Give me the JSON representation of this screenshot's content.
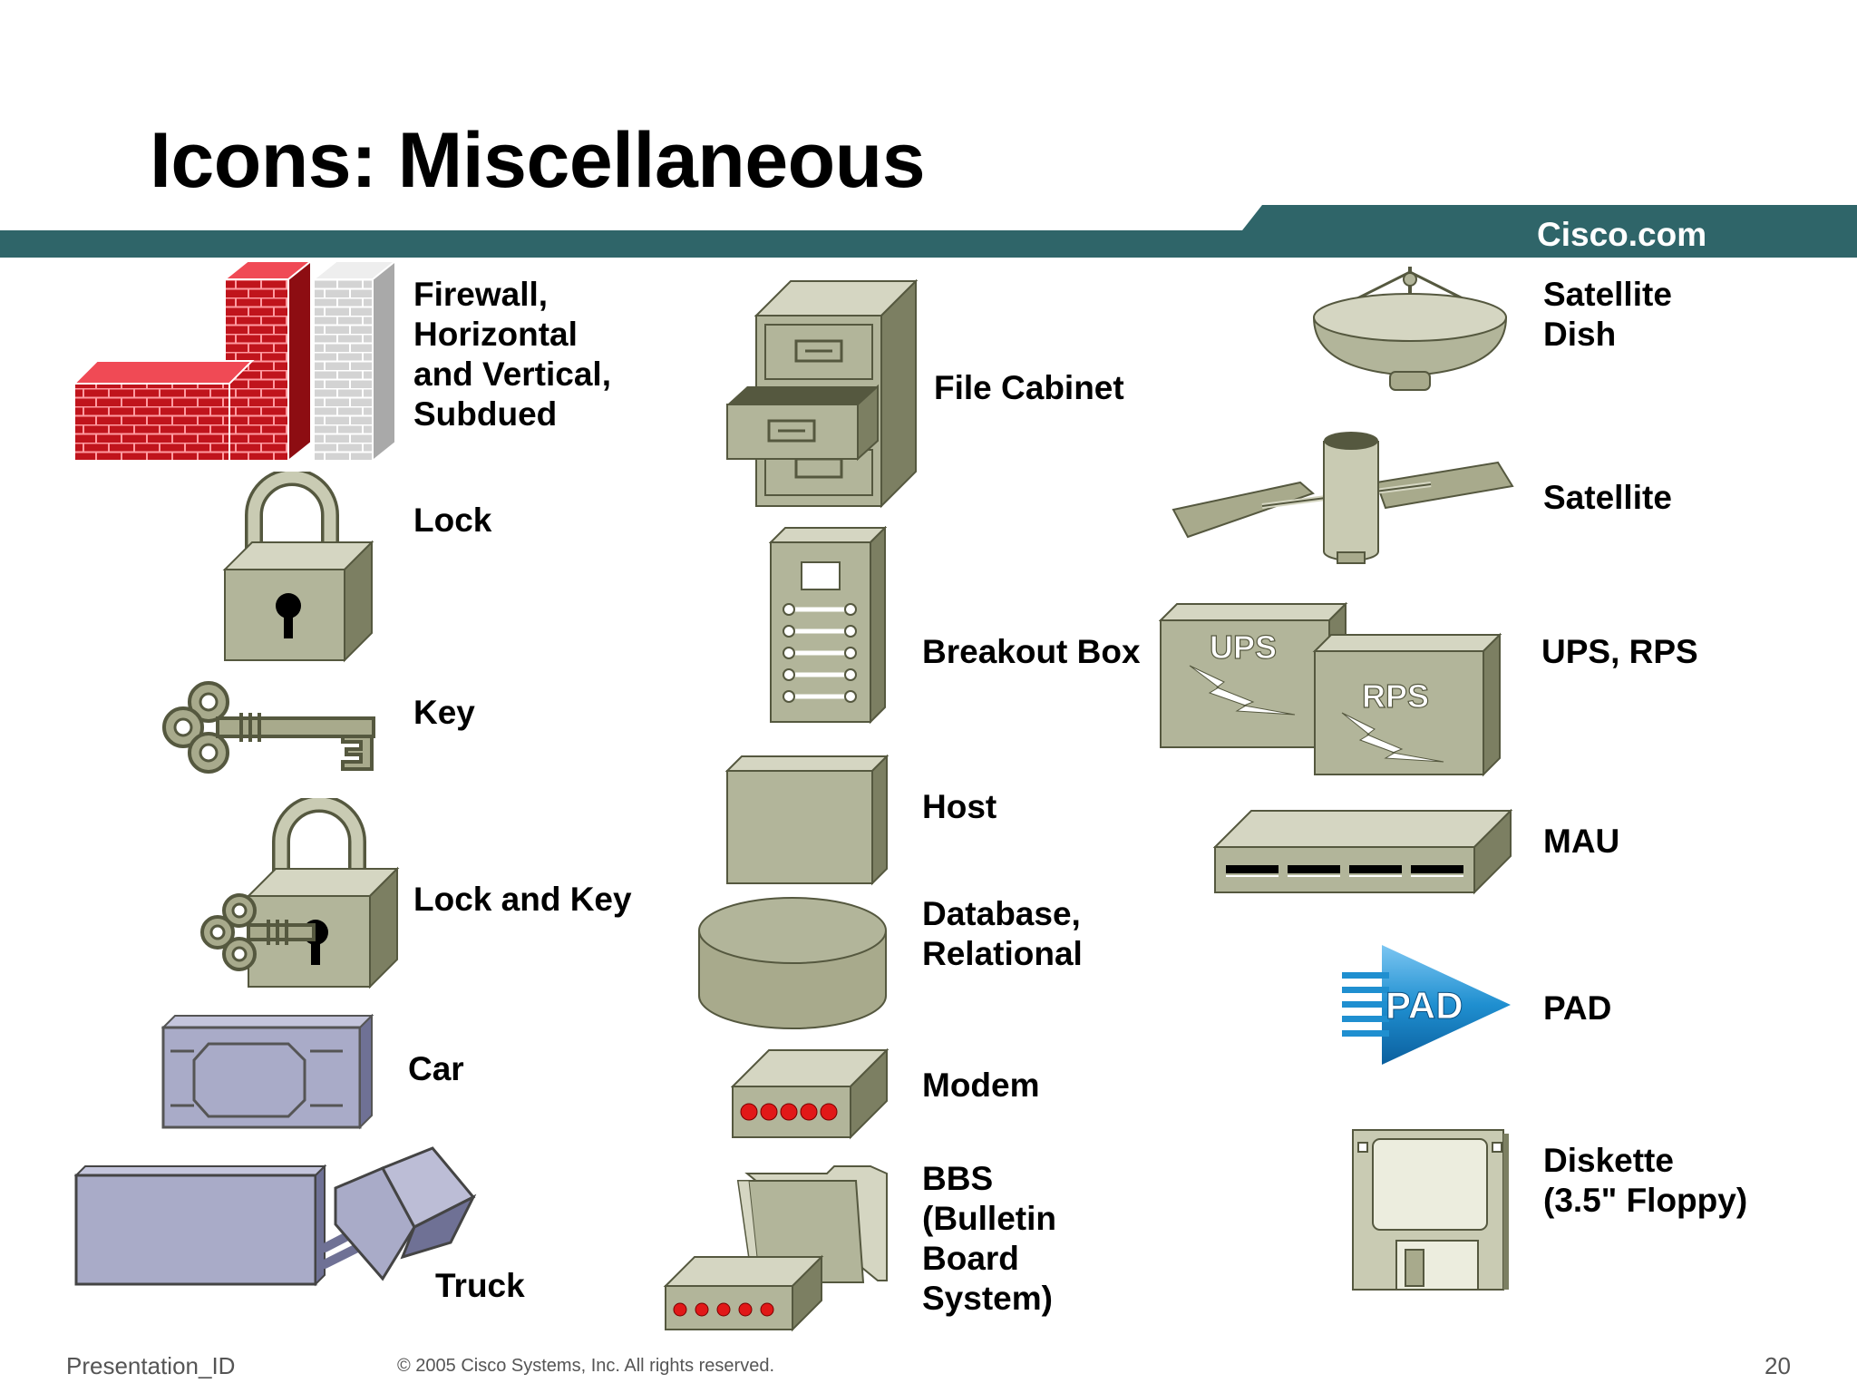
{
  "slide": {
    "title": "Icons: Miscellaneous",
    "brand": "Cisco.com",
    "footer_id": "Presentation_ID",
    "copyright": "© 2005 Cisco Systems, Inc. All rights reserved.",
    "page_number": "20"
  },
  "colors": {
    "banner": "#2f6569",
    "icon_gray": "#b2b59a",
    "icon_outline": "#55583f",
    "firewall_red": "#c0141c",
    "vehicle_lavender": "#a9abc8",
    "pad_blue": "#1f8fd0",
    "modem_led": "#e11818"
  },
  "icons": {
    "firewall": {
      "label": [
        "Firewall,",
        "Horizontal",
        "and Vertical,",
        "Subdued"
      ]
    },
    "lock": {
      "label": [
        "Lock"
      ]
    },
    "key": {
      "label": [
        "Key"
      ]
    },
    "lock_and_key": {
      "label": [
        "Lock and Key"
      ]
    },
    "car": {
      "label": [
        "Car"
      ]
    },
    "truck": {
      "label": [
        "Truck"
      ]
    },
    "file_cabinet": {
      "label": [
        "File Cabinet"
      ]
    },
    "breakout_box": {
      "label": [
        "Breakout Box"
      ]
    },
    "host": {
      "label": [
        "Host"
      ]
    },
    "database": {
      "label": [
        "Database,",
        "Relational"
      ]
    },
    "modem": {
      "label": [
        "Modem"
      ]
    },
    "bbs": {
      "label": [
        "BBS",
        "(Bulletin",
        "Board",
        "System)"
      ]
    },
    "satellite_dish": {
      "label": [
        "Satellite",
        "Dish"
      ]
    },
    "satellite": {
      "label": [
        "Satellite"
      ]
    },
    "ups_rps": {
      "label": [
        "UPS, RPS"
      ],
      "ups_text": "UPS",
      "rps_text": "RPS"
    },
    "mau": {
      "label": [
        "MAU"
      ]
    },
    "pad": {
      "label": [
        "PAD"
      ],
      "icon_text": "PAD"
    },
    "diskette": {
      "label": [
        "Diskette",
        "(3.5\" Floppy)"
      ]
    }
  }
}
